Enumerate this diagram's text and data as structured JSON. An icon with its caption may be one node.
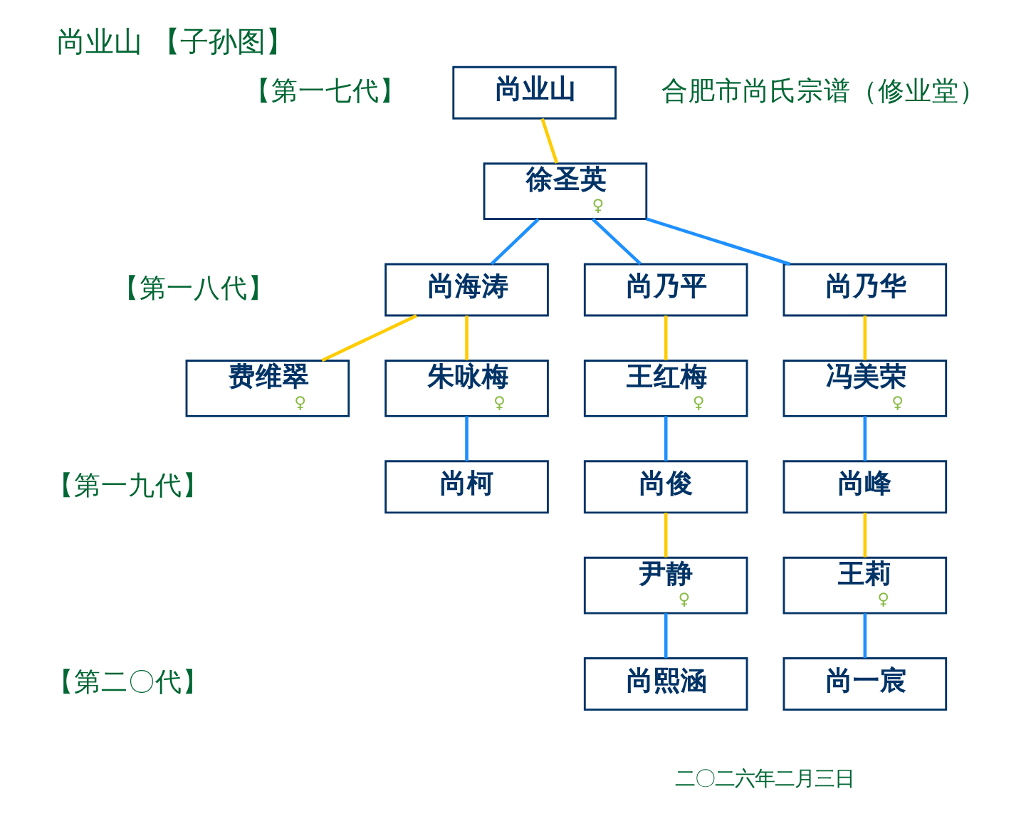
{
  "diagram": {
    "title": "尚业山 【子孙图】",
    "nodes": [
      {
        "text": [
          "尚业山"
        ]
      },
      {
        "text": [
          "徐圣英",
          "♀"
        ]
      },
      {
        "text": [
          "尚乃华"
        ]
      },
      {
        "text": [
          "尚海涛"
        ]
      },
      {
        "text": [
          "尚乃平"
        ]
      },
      {
        "text": [
          "冯美荣",
          "♀"
        ]
      },
      {
        "text": [
          "费维翠",
          "♀"
        ]
      },
      {
        "text": [
          "朱咏梅",
          "♀"
        ]
      },
      {
        "text": [
          "王红梅",
          "♀"
        ]
      },
      {
        "text": [
          "尚峰"
        ]
      },
      {
        "text": [
          "尚柯"
        ]
      },
      {
        "text": [
          "尚俊"
        ]
      },
      {
        "text": [
          "王莉",
          "♀"
        ]
      },
      {
        "text": [
          "尹静",
          "♀"
        ]
      },
      {
        "text": [
          "尚一宸"
        ]
      },
      {
        "text": [
          "尚熙涵"
        ]
      }
    ],
    "edges": [
      {
        "from": 0,
        "to": 1,
        "arrow": "none",
        "color": "#ffcc00"
      },
      {
        "from": 1,
        "to": 2,
        "arrow": "none"
      },
      {
        "from": 1,
        "to": 3,
        "arrow": "none"
      },
      {
        "from": 1,
        "to": 4,
        "arrow": "none"
      },
      {
        "from": 2,
        "to": 5,
        "arrow": "none",
        "color": "#ffcc00"
      },
      {
        "from": 3,
        "to": 6,
        "arrow": "none",
        "color": "#ffcc00"
      },
      {
        "from": 3,
        "to": 7,
        "arrow": "none",
        "color": "#ffcc00"
      },
      {
        "from": 4,
        "to": 8,
        "arrow": "none",
        "color": "#ffcc00"
      },
      {
        "from": 5,
        "to": 9,
        "arrow": "none"
      },
      {
        "from": 7,
        "to": 10,
        "arrow": "none"
      },
      {
        "from": 8,
        "to": 11,
        "arrow": "none"
      },
      {
        "from": 9,
        "to": 12,
        "arrow": "none",
        "color": "#ffcc00"
      },
      {
        "from": 11,
        "to": 13,
        "arrow": "none",
        "color": "#ffcc00"
      },
      {
        "from": 12,
        "to": 14,
        "arrow": "none"
      },
      {
        "from": 13,
        "to": 15,
        "arrow": "none"
      }
    ],
    "labels": [
      "合肥市尚氏宗谱（修业堂）",
      "【第一七代】",
      "【第一八代】",
      "【第一九代】",
      "【第二〇代】",
      "二〇二六年二月三日"
    ]
  }
}
